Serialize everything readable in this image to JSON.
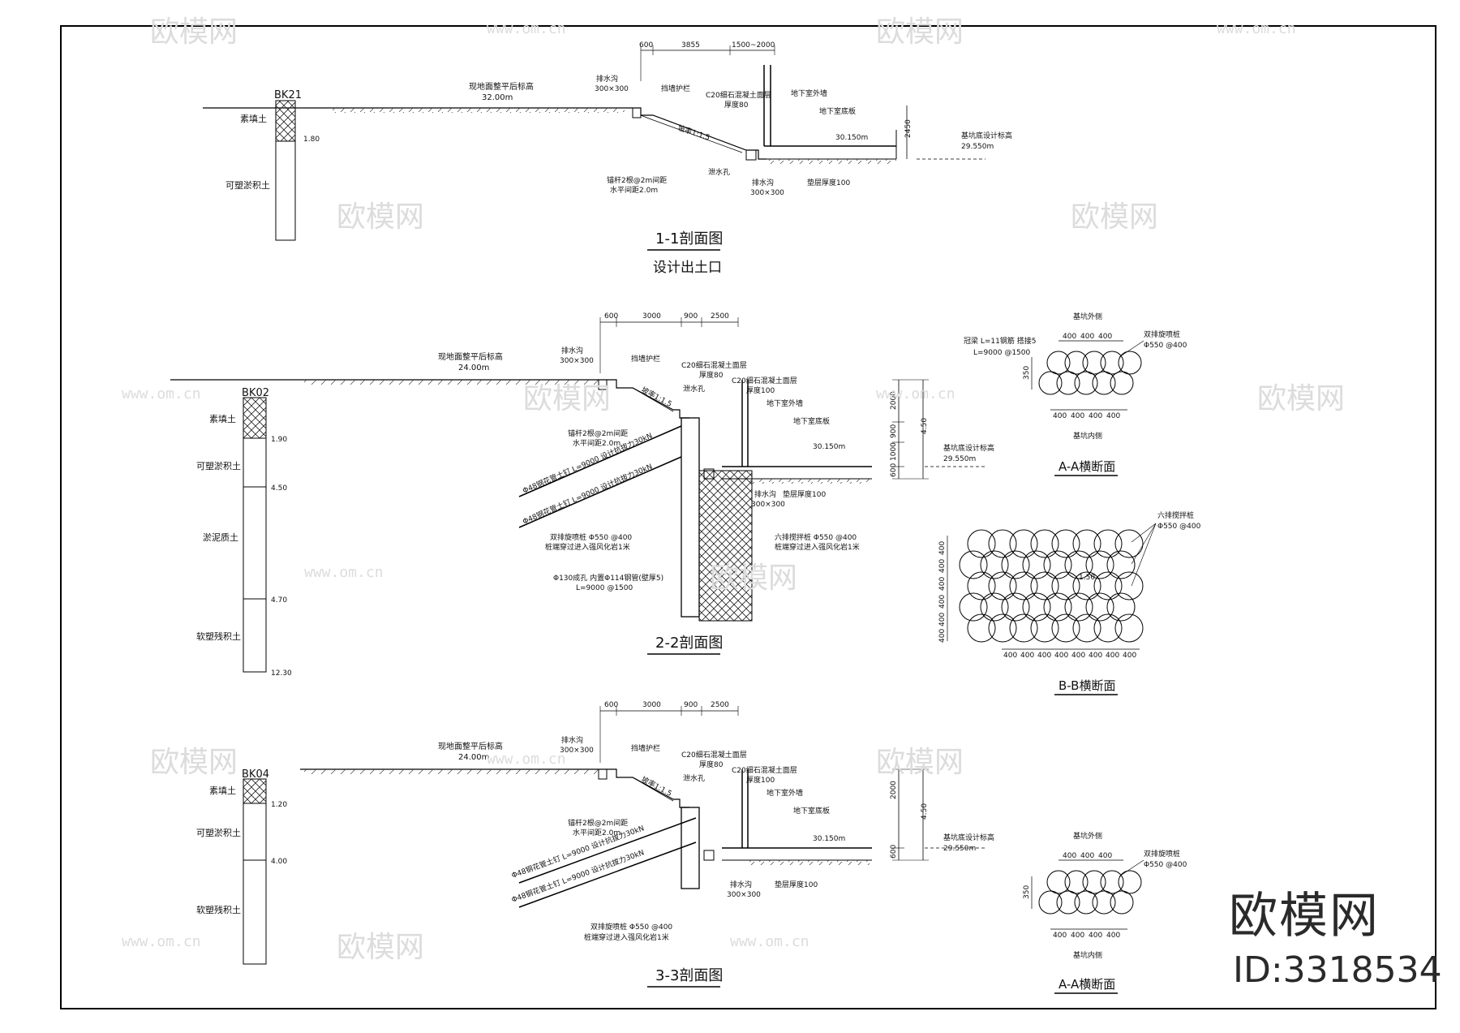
{
  "watermark": {
    "brand": "欧模网",
    "url": "www.om.cn",
    "id_label": "ID:3318534"
  },
  "sections": {
    "s1": {
      "title": "1-1剖面图",
      "subtitle": "设计出土口",
      "borehole": "BK21",
      "layers": [
        "素填土",
        "可塑淤积土"
      ],
      "depths": [
        "1.80"
      ],
      "dims": [
        "600",
        "3855",
        "1500~2000"
      ],
      "labels": {
        "ground": "现地面整平后标高",
        "ground_elev": "32.00m",
        "drain": "排水沟",
        "drain_size": "300×300",
        "rail": "挡墙护栏",
        "c20": "C20细石混凝土面层",
        "c20b": "厚度80",
        "slope": "坡率1:1.5",
        "nail": "锚杆2根@2m间距",
        "nail_b": "水平间距2.0m",
        "weep": "泄水孔",
        "drain2": "排水沟",
        "drain2_size": "300×300",
        "base": "垫层厚度100",
        "wall": "地下室外墙",
        "slab": "地下室底板",
        "elev": "30.150m",
        "pit": "基坑底设计标高",
        "pit_elev": "29.550m",
        "h": "2450"
      }
    },
    "s2": {
      "title": "2-2剖面图",
      "borehole": "BK02",
      "layers": [
        "素填土",
        "可塑淤积土",
        "淤泥质土",
        "软塑残积土"
      ],
      "depths": [
        "1.90",
        "4.50",
        "4.70",
        "12.30"
      ],
      "dims": [
        "600",
        "3000",
        "900",
        "2500"
      ],
      "vdims": [
        "2000",
        "900",
        "1000",
        "600",
        "4.50"
      ],
      "labels": {
        "ground": "现地面整平后标高",
        "ground_elev": "24.00m",
        "drain": "排水沟",
        "drain_size": "300×300",
        "rail": "挡墙护栏",
        "c20": "C20细石混凝土面层",
        "c20b": "厚度80",
        "c20c": "C20细石混凝土面层",
        "c20d": "厚度100",
        "weep": "泄水孔",
        "slope": "坡率1:1.5",
        "nail": "锚杆2根@2m间距",
        "nail_b": "水平间距2.0m",
        "anchor1": "Φ48钢花管土钉 L=9000 设计抗拔力30kN",
        "anchor2": "Φ48钢花管土钉 L=9000 设计抗拔力30kN",
        "wall": "地下室外墙",
        "slab": "地下室底板",
        "elev": "30.150m",
        "pit": "基坑底设计标高",
        "pit_elev": "29.550m",
        "drain2": "排水沟",
        "drain2_size": "300×300",
        "base": "垫层厚度100",
        "pile": "双排旋喷桩 Φ550 @400",
        "pile_b": "桩端穿过进入强风化岩1米",
        "hole": "Φ130成孔 内置Φ114钢管(壁厚5)",
        "hole_b": "L=9000 @1500",
        "mixpile": "六排搅拌桩 Φ550 @400",
        "mixpile_b": "桩端穿过进入强风化岩1米"
      }
    },
    "s3": {
      "title": "3-3剖面图",
      "borehole": "BK04",
      "layers": [
        "素填土",
        "可塑淤积土",
        "软塑残积土"
      ],
      "depths": [
        "1.20",
        "4.00"
      ],
      "dims": [
        "600",
        "3000",
        "900",
        "2500"
      ],
      "vdims": [
        "2000",
        "4.50",
        "600"
      ],
      "labels": {
        "ground": "现地面整平后标高",
        "ground_elev": "24.00m",
        "drain": "排水沟",
        "drain_size": "300×300",
        "rail": "挡墙护栏",
        "c20": "C20细石混凝土面层",
        "c20b": "厚度80",
        "c20c": "C20细石混凝土面层",
        "c20d": "厚度100",
        "weep": "泄水孔",
        "slope": "坡率1:1.5",
        "nail": "锚杆2根@2m间距",
        "nail_b": "水平间距2.0m",
        "anchor1": "Φ48钢花管土钉 L=9000 设计抗拔力30kN",
        "anchor2": "Φ48钢花管土钉 L=9000 设计抗拔力30kN",
        "wall": "地下室外墙",
        "slab": "地下室底板",
        "elev": "30.150m",
        "pit": "基坑底设计标高",
        "pit_elev": "29.550m",
        "drain2": "排水沟",
        "drain2_size": "300×300",
        "base": "垫层厚度100",
        "pile": "双排旋喷桩 Φ550 @400",
        "pile_b": "桩端穿过进入强风化岩1米"
      }
    },
    "aa1": {
      "title": "A-A横断面",
      "top": "基坑外侧",
      "bottom": "基坑内侧",
      "note1": "冠梁 L=11钢筋 搭接5",
      "note2": "L=9000 @1500",
      "legend": "双排旋喷桩",
      "legend_b": "Φ550 @400",
      "dims_top": [
        "400",
        "400",
        "400"
      ],
      "dims_bot": [
        "400",
        "400",
        "400",
        "400"
      ],
      "vd": "350"
    },
    "bb": {
      "title": "B-B横断面",
      "legend": "六排搅拌桩",
      "legend_b": "Φ550 @400",
      "dims_bot": [
        "400",
        "400",
        "400",
        "400",
        "400",
        "400",
        "400",
        "400"
      ],
      "vdims": [
        "400",
        "400",
        "400",
        "400",
        "400",
        "400"
      ],
      "mid": "1.50"
    },
    "aa2": {
      "title": "A-A横断面",
      "top": "基坑外侧",
      "bottom": "基坑内侧",
      "legend": "双排旋喷桩",
      "legend_b": "Φ550 @400",
      "dims_top": [
        "400",
        "400",
        "400"
      ],
      "dims_bot": [
        "400",
        "400",
        "400",
        "400"
      ],
      "vd": "350"
    }
  }
}
